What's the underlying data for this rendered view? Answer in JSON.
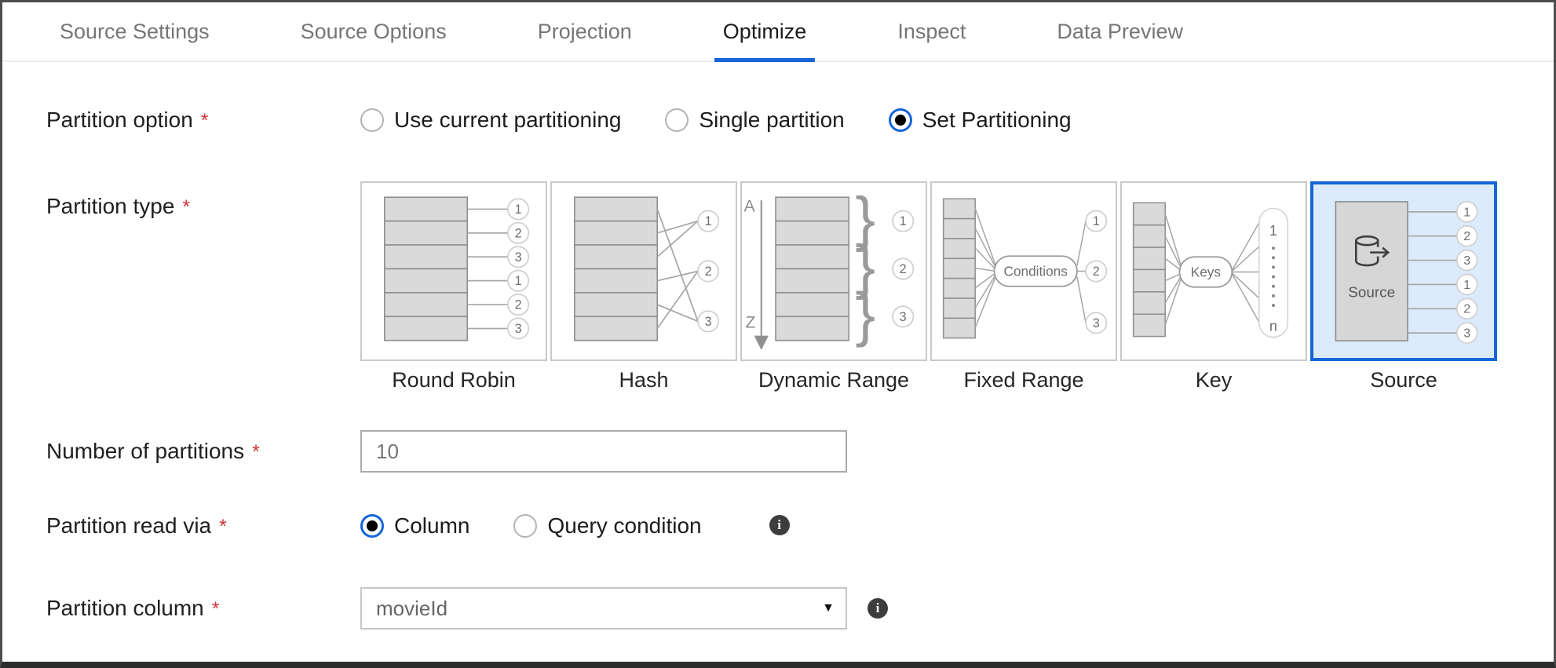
{
  "colors": {
    "accent": "#1565d8",
    "selected_card_bg": "#dcebfb",
    "required": "#d13438",
    "tab_inactive": "#767676",
    "tab_active": "#1b1b1b"
  },
  "tabs": [
    {
      "label": "Source Settings"
    },
    {
      "label": "Source Options"
    },
    {
      "label": "Projection"
    },
    {
      "label": "Optimize"
    },
    {
      "label": "Inspect"
    },
    {
      "label": "Data Preview"
    }
  ],
  "active_tab": "Optimize",
  "icons": {
    "info": "i",
    "dropdown_caret": "▼"
  },
  "form": {
    "partition_option": {
      "label": "Partition option",
      "required_marker": "*",
      "options": [
        {
          "label": "Use current partitioning",
          "selected": false
        },
        {
          "label": "Single partition",
          "selected": false
        },
        {
          "label": "Set Partitioning",
          "selected": true
        }
      ]
    },
    "partition_type": {
      "label": "Partition type",
      "required_marker": "*",
      "selected": "Source",
      "cards": [
        {
          "label": "Round Robin",
          "outputs": [
            "1",
            "2",
            "3",
            "1",
            "2",
            "3"
          ]
        },
        {
          "label": "Hash",
          "outputs": [
            "1",
            "2",
            "3"
          ]
        },
        {
          "label": "Dynamic Range",
          "start": "A",
          "end": "Z",
          "outputs": [
            "1",
            "2",
            "3"
          ]
        },
        {
          "label": "Fixed Range",
          "node": "Conditions",
          "outputs": [
            "1",
            "2",
            "3"
          ]
        },
        {
          "label": "Key",
          "node": "Keys",
          "first": "1",
          "last": "n"
        },
        {
          "label": "Source",
          "node": "Source",
          "outputs": [
            "1",
            "2",
            "3",
            "1",
            "2",
            "3"
          ]
        }
      ]
    },
    "number_of_partitions": {
      "label": "Number of partitions",
      "required_marker": "*",
      "value": "10"
    },
    "partition_read_via": {
      "label": "Partition read via",
      "required_marker": "*",
      "options": [
        {
          "label": "Column",
          "selected": true
        },
        {
          "label": "Query condition",
          "selected": false
        }
      ]
    },
    "partition_column": {
      "label": "Partition column",
      "required_marker": "*",
      "value": "movieId"
    }
  }
}
